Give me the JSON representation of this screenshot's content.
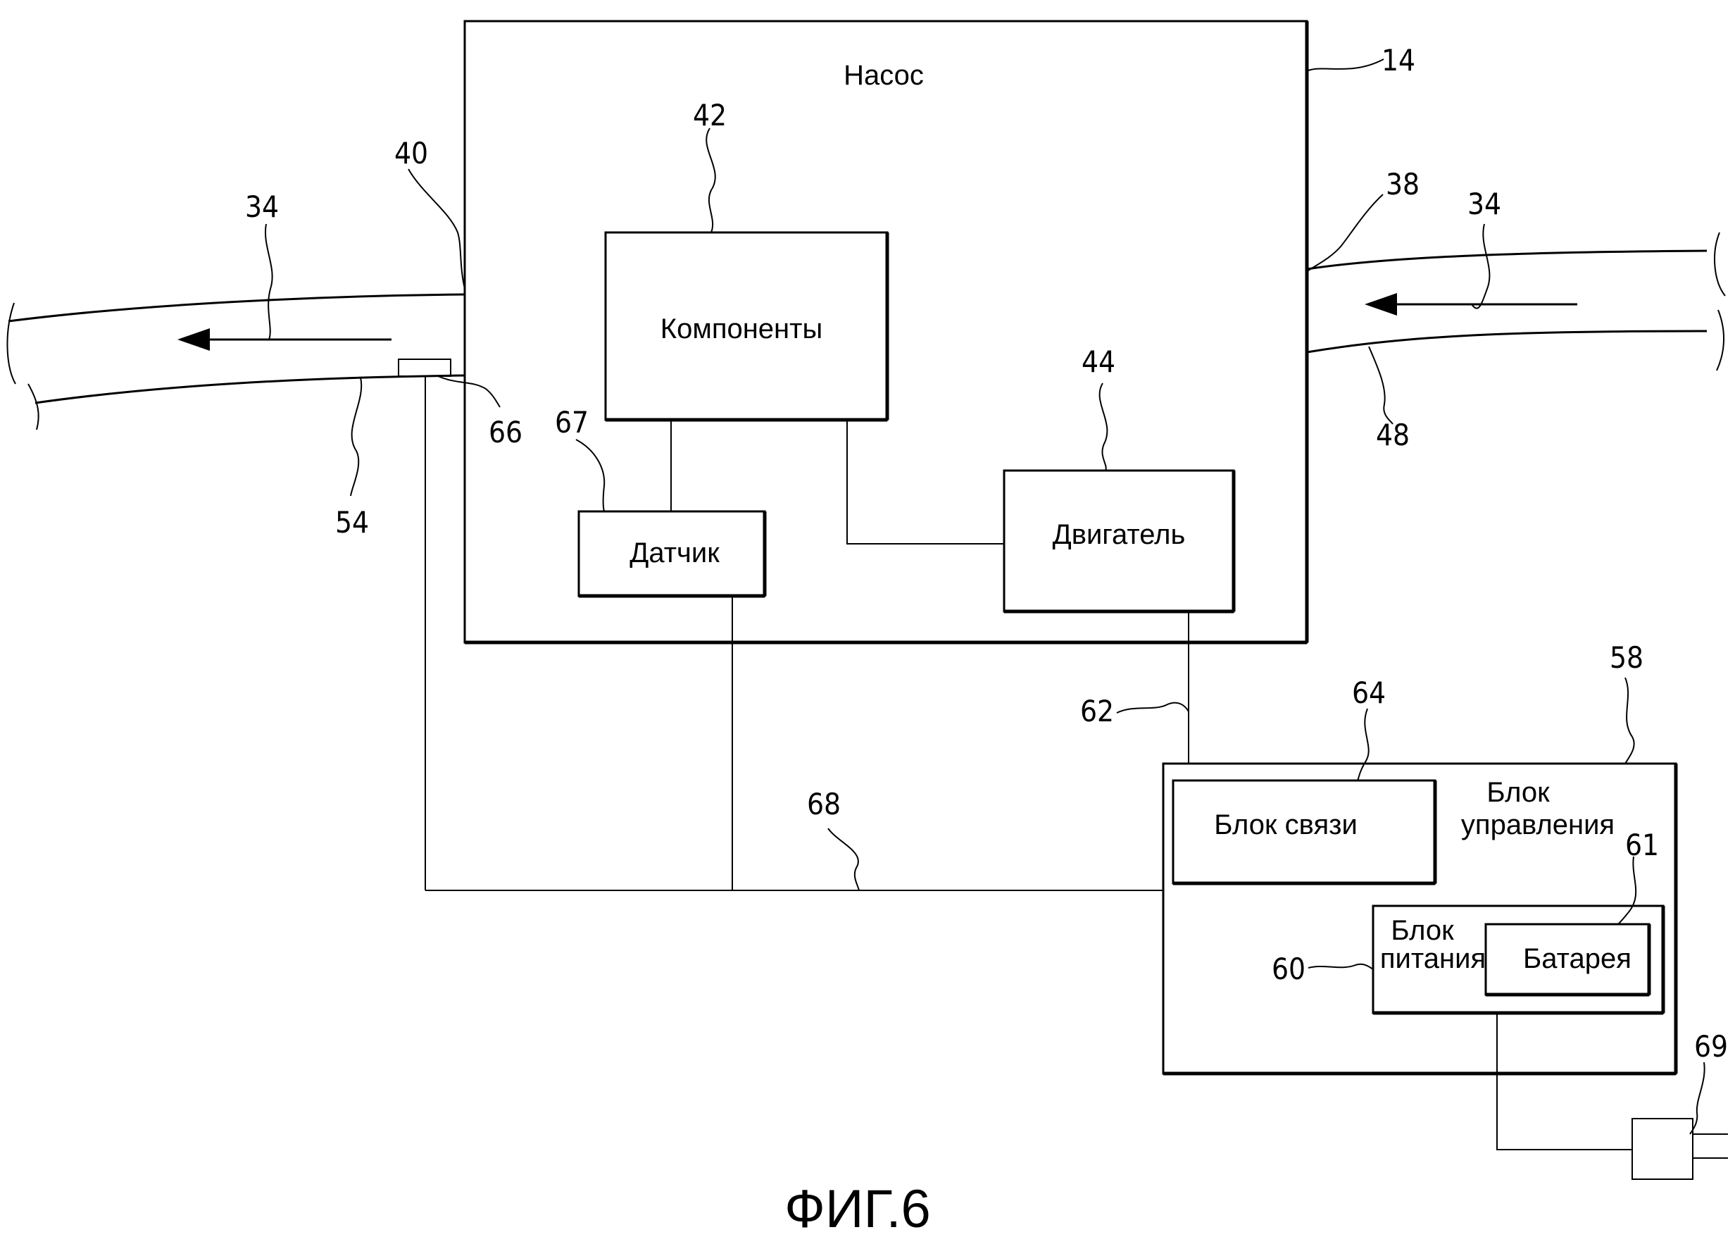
{
  "boxes": {
    "pump": "Насос",
    "components": "Компоненты",
    "sensor": "Датчик",
    "motor": "Двигатель",
    "comm_unit": "Блок связи",
    "control_unit_line1": "Блок",
    "control_unit_line2": "управления",
    "power_unit_line1": "Блок",
    "power_unit_line2": "питания",
    "battery": "Батарея"
  },
  "refs": {
    "r14": "14",
    "r42": "42",
    "r40": "40",
    "r34_left": "34",
    "r34_right": "34",
    "r38": "38",
    "r44": "44",
    "r66": "66",
    "r67": "67",
    "r54": "54",
    "r48": "48",
    "r58": "58",
    "r64": "64",
    "r62": "62",
    "r68": "68",
    "r61": "61",
    "r60": "60",
    "r69": "69"
  },
  "caption": "ФИГ.6"
}
